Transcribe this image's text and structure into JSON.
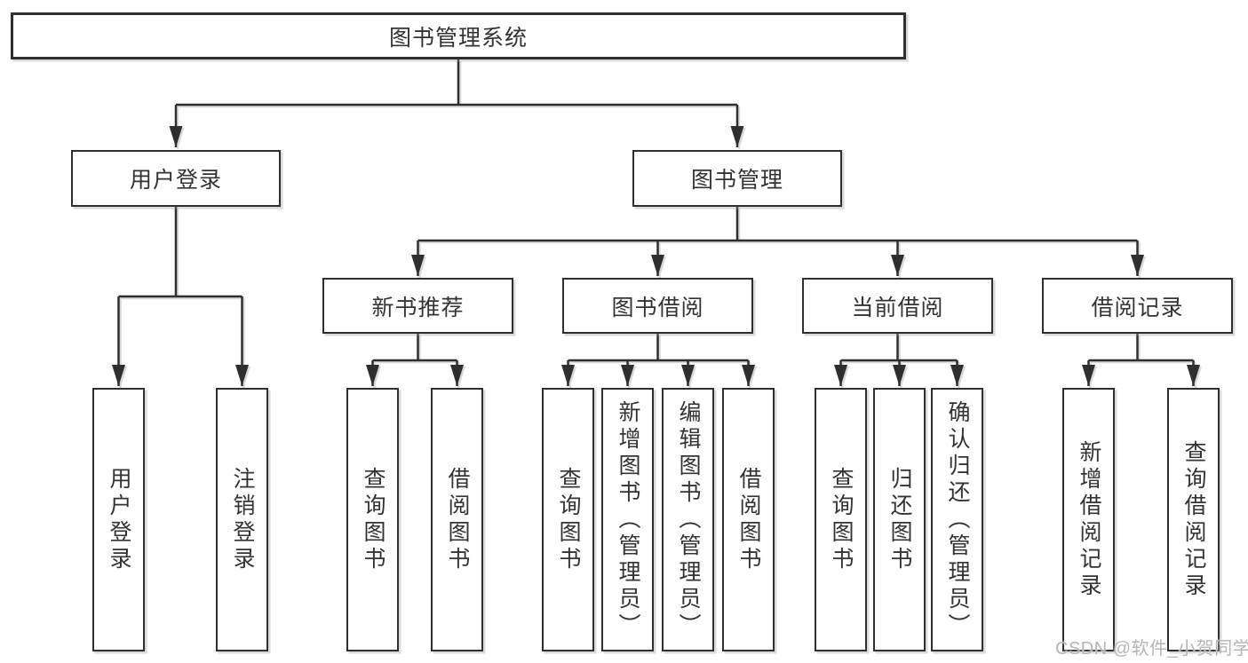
{
  "diagram": {
    "title_node": {
      "label": "图书管理系统"
    },
    "level2": [
      {
        "label": "用户登录"
      },
      {
        "label": "图书管理"
      }
    ],
    "level3": [
      {
        "label": "新书推荐",
        "parent": "图书管理"
      },
      {
        "label": "图书借阅",
        "parent": "图书管理"
      },
      {
        "label": "当前借阅",
        "parent": "图书管理"
      },
      {
        "label": "借阅记录",
        "parent": "图书管理"
      }
    ],
    "leaves": [
      {
        "label": "用户登录",
        "parent": "用户登录"
      },
      {
        "label": "注销登录",
        "parent": "用户登录"
      },
      {
        "label": "查询图书",
        "parent": "新书推荐"
      },
      {
        "label": "借阅图书",
        "parent": "新书推荐"
      },
      {
        "label": "查询图书",
        "parent": "图书借阅"
      },
      {
        "label": "新增图书（管理员）",
        "parent": "图书借阅"
      },
      {
        "label": "编辑图书（管理员）",
        "parent": "图书借阅"
      },
      {
        "label": "借阅图书",
        "parent": "图书借阅"
      },
      {
        "label": "查询图书",
        "parent": "当前借阅"
      },
      {
        "label": "归还图书",
        "parent": "当前借阅"
      },
      {
        "label": "确认归还（管理员）",
        "parent": "当前借阅"
      },
      {
        "label": "新增借阅记录",
        "parent": "借阅记录"
      },
      {
        "label": "查询借阅记录",
        "parent": "借阅记录"
      }
    ],
    "colors": {
      "line": "#2f2f2f",
      "box_border": "#2f2f2f",
      "box_fill": "#ffffff",
      "text": "#333333",
      "watermark": "#b5b5b5"
    }
  },
  "watermark": {
    "text": "CSDN @软件_小贺同学"
  }
}
